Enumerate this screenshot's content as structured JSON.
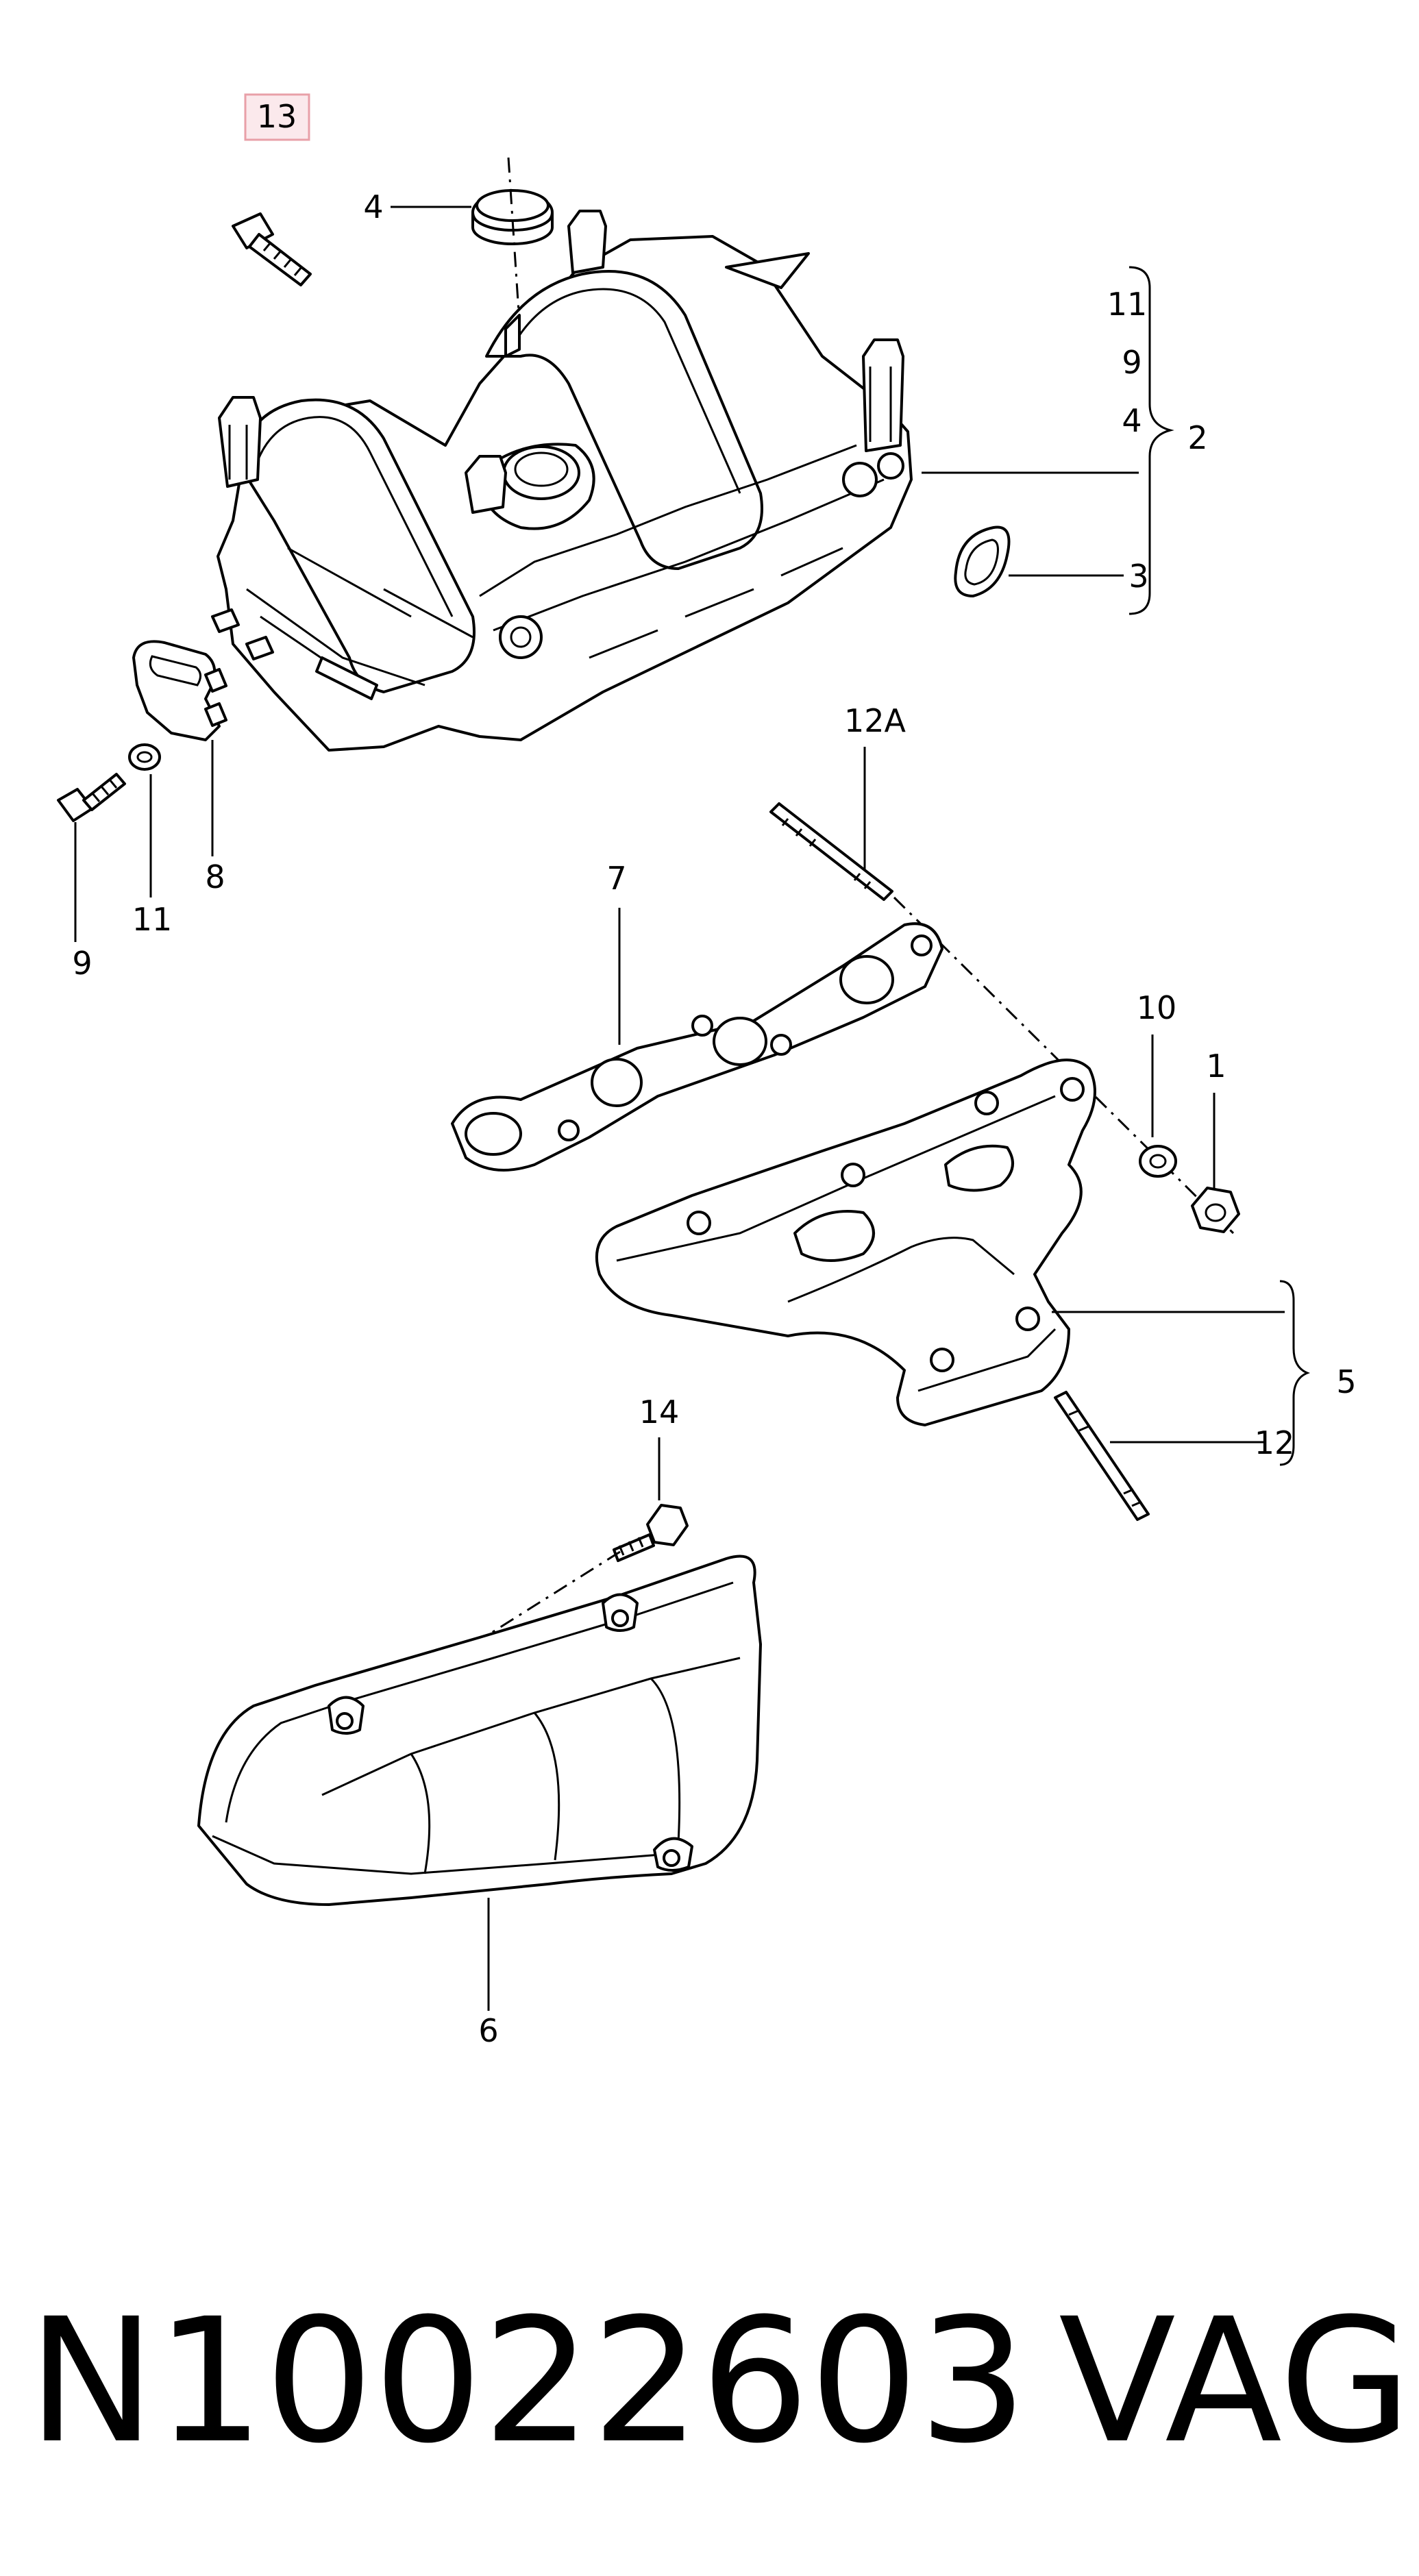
{
  "callouts": {
    "c13": "13",
    "c4": "4",
    "c2": "2",
    "c2_list": [
      "11",
      "9",
      "4"
    ],
    "c3": "3",
    "c8": "8",
    "c11": "11",
    "c9": "9",
    "c12a": "12A",
    "c7": "7",
    "c10": "10",
    "c1": "1",
    "c5": "5",
    "c12": "12",
    "c14": "14",
    "c6": "6"
  },
  "highlight_color": "#e8a0a8",
  "highlight_fill": "#fbe9ec",
  "footer": {
    "part_number": "N10022603",
    "brand": "VAG"
  }
}
